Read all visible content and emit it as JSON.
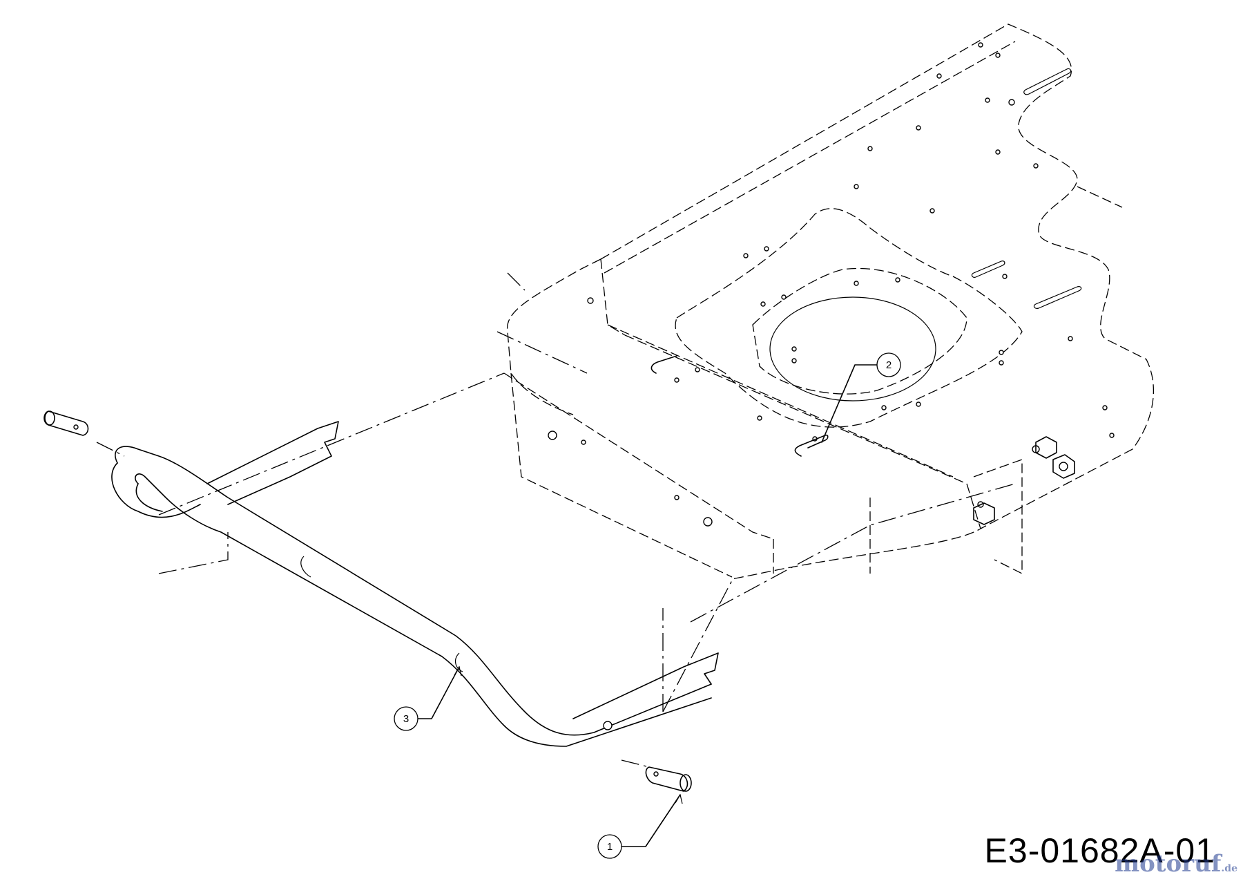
{
  "diagram": {
    "callouts": [
      {
        "id": "1",
        "label": "1"
      },
      {
        "id": "2",
        "label": "2"
      },
      {
        "id": "3",
        "label": "3"
      }
    ],
    "drawing_code": "E3-01682A-01",
    "watermark": {
      "name": "motoruf",
      "tld": ".de"
    },
    "colors": {
      "line": "#000000",
      "background": "#ffffff",
      "watermark": "#1f3a8f"
    }
  }
}
